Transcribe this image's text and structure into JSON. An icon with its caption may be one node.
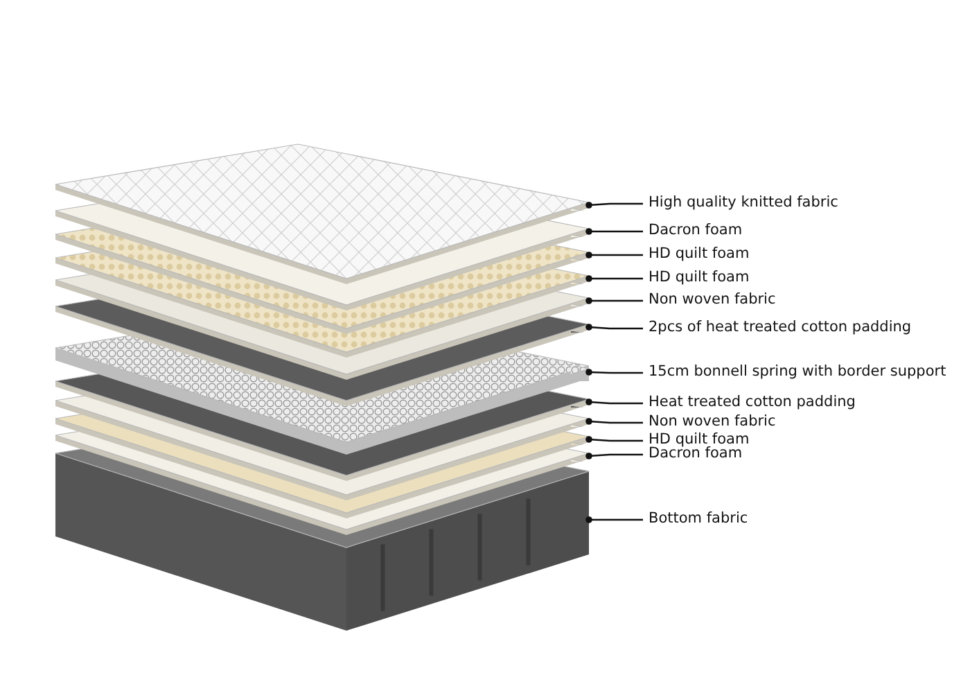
{
  "diagram": {
    "nodes": [
      {
        "text": [
          "High quality knitted fabric"
        ]
      },
      {
        "text": [
          "Dacron foam"
        ]
      },
      {
        "text": [
          "HD quilt foam"
        ]
      },
      {
        "text": [
          "HD quilt foam"
        ]
      },
      {
        "text": [
          "Non woven fabric"
        ]
      },
      {
        "text": [
          "2pcs of heat treated cotton padding"
        ]
      },
      {
        "text": [
          "15cm bonnell spring with border support"
        ]
      },
      {
        "text": [
          "Heat treated cotton padding"
        ]
      },
      {
        "text": [
          "Non woven fabric"
        ]
      },
      {
        "text": [
          "HD quilt foam"
        ]
      },
      {
        "text": [
          "Dacron foam"
        ]
      },
      {
        "text": [
          "Bottom fabric"
        ]
      },
      {
        "text": [],
        "shape": "box"
      },
      {
        "text": [],
        "shape": "box"
      },
      {
        "text": [],
        "shape": "box"
      },
      {
        "text": [],
        "shape": "box"
      },
      {
        "text": [],
        "shape": "box"
      },
      {
        "text": [],
        "shape": "box"
      },
      {
        "text": [],
        "shape": "box"
      },
      {
        "text": [],
        "shape": "box"
      },
      {
        "text": [],
        "shape": "box"
      },
      {
        "text": [],
        "shape": "box"
      },
      {
        "text": [],
        "shape": "box"
      },
      {
        "text": [],
        "shape": "box"
      }
    ],
    "edges": [
      {
        "from": 0,
        "to": 12,
        "arrow": "other"
      },
      {
        "from": 1,
        "to": 13,
        "arrow": "other"
      },
      {
        "from": 2,
        "to": 14,
        "arrow": "other"
      },
      {
        "from": 3,
        "to": 15,
        "arrow": "other"
      },
      {
        "from": 4,
        "to": 16,
        "arrow": "other"
      },
      {
        "from": 5,
        "to": 17,
        "arrow": "other"
      },
      {
        "from": 6,
        "to": 18,
        "arrow": "other"
      },
      {
        "from": 7,
        "to": 19,
        "arrow": "other"
      },
      {
        "from": 8,
        "to": 20,
        "arrow": "other"
      },
      {
        "from": 9,
        "to": 21,
        "arrow": "other"
      },
      {
        "from": 10,
        "to": 22,
        "arrow": "other"
      },
      {
        "from": 11,
        "to": 23,
        "arrow": "other"
      }
    ]
  }
}
